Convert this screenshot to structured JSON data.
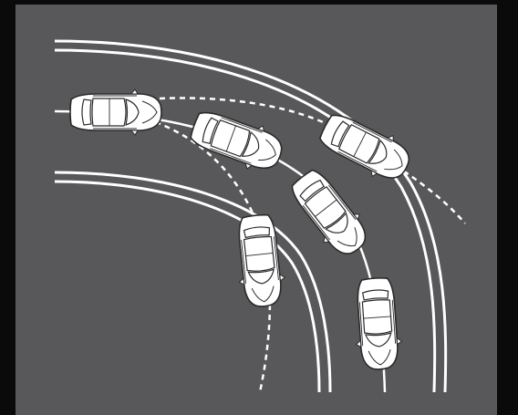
{
  "diagram": {
    "subject": "vehicle-skid-on-curve",
    "colors": {
      "frame": "#0a0a0a",
      "road": "#58585a",
      "line": "#ffffff",
      "car_body": "#ffffff",
      "car_outline": "#2a2a2a"
    },
    "cars": [
      {
        "id": "car-start"
      },
      {
        "id": "car-oversteer-1"
      },
      {
        "id": "car-understeer-1"
      },
      {
        "id": "car-stable-1"
      },
      {
        "id": "car-stable-2"
      },
      {
        "id": "car-oversteer-2"
      }
    ],
    "paths": [
      {
        "id": "path-understeer",
        "style": "dashed"
      },
      {
        "id": "path-stable",
        "style": "solid"
      },
      {
        "id": "path-oversteer",
        "style": "dashed"
      }
    ]
  }
}
